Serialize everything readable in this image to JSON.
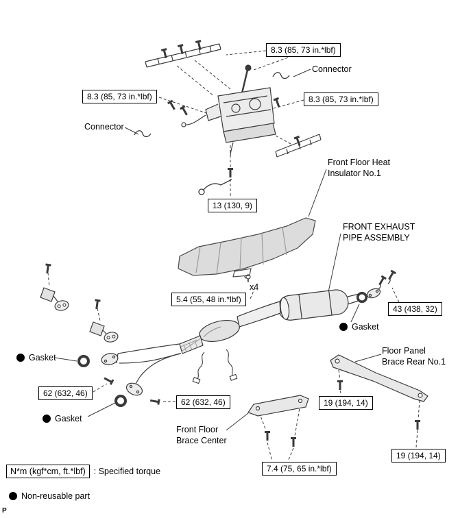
{
  "page": {
    "marker": "P"
  },
  "torque_specs": {
    "top_83": "8.3 (85, 73 in.*lbf)",
    "left_83": "8.3 (85, 73 in.*lbf)",
    "right_83": "8.3 (85, 73 in.*lbf)",
    "shift_13": "13 (130, 9)",
    "insulator_54": "5.4 (55, 48 in.*lbf)",
    "tail_43": "43 (438, 32)",
    "flange_62_left": "62 (632, 46)",
    "flange_62_right": "62 (632, 46)",
    "brace_rear_19_left": "19 (194, 14)",
    "brace_rear_19_right": "19 (194, 14)",
    "brace_center_74": "7.4 (75, 65 in.*lbf)"
  },
  "labels": {
    "connector_top": "Connector",
    "connector_left": "Connector",
    "heat_insulator": "Front Floor Heat\nInsulator No.1",
    "exhaust_assembly": "FRONT EXHAUST\nPIPE ASSEMBLY",
    "clip_count": "x4",
    "gasket_right": "Gasket",
    "gasket_left": "Gasket",
    "gasket_lower": "Gasket",
    "floor_panel_brace": "Floor Panel\nBrace Rear No.1",
    "front_floor_brace": "Front Floor\nBrace Center"
  },
  "legend": {
    "torque_unit": "N*m (kgf*cm, ft.*lbf)",
    "torque_desc": ": Specified torque",
    "non_reusable": "Non-reusable part"
  },
  "colors": {
    "line": "#3a3a3a",
    "fill_light": "#e8e8e8",
    "text": "#000000"
  }
}
